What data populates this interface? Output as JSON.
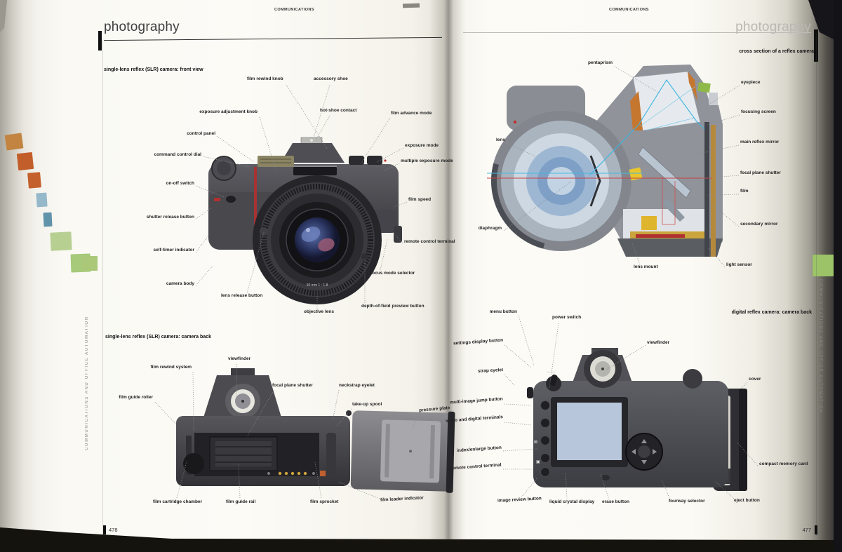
{
  "book": {
    "running_header": "COMMUNICATIONS",
    "chapter_title": "photography",
    "side_tab_text": "COMMUNICATIONS AND OFFICE AUTOMATION",
    "left_page_number": "478",
    "right_page_number": "477"
  },
  "colors": {
    "chapter_tab_green": "#a4c878",
    "page_edge_tabs": [
      "#c28440",
      "#c25e2a",
      "#c4602c",
      "#95b9ca",
      "#6193aa",
      "#b8cf92",
      "#a6c97a"
    ]
  },
  "slr_front": {
    "section_title": "single-lens reflex (SLR) camera: front view",
    "labels": [
      "film rewind knob",
      "accessory shoe",
      "exposure adjustment knob",
      "hot-shoe contact",
      "film advance mode",
      "control panel",
      "exposure mode",
      "command control dial",
      "multiple exposure mode",
      "on-off switch",
      "film speed",
      "shutter release button",
      "remote control terminal",
      "self-timer indicator",
      "focus mode selector",
      "camera body",
      "lens release button",
      "objective lens",
      "depth-of-field preview button"
    ]
  },
  "slr_back": {
    "section_title": "single-lens reflex (SLR) camera: camera back",
    "labels": [
      "viewfinder",
      "film rewind system",
      "focal plane shutter",
      "neckstrap eyelet",
      "film guide roller",
      "take-up spool",
      "pressure plate",
      "film cartridge chamber",
      "film guide rail",
      "film sprocket",
      "film leader indicator"
    ]
  },
  "cross_section": {
    "section_title": "cross section of a reflex camera",
    "labels": [
      "pentaprism",
      "eyepiece",
      "focusing screen",
      "main reflex mirror",
      "lens",
      "focal plane shutter",
      "film",
      "secondary mirror",
      "diaphragm",
      "lens mount",
      "light sensor"
    ]
  },
  "digital_back": {
    "section_title": "digital reflex camera: camera back",
    "labels": [
      "menu button",
      "power switch",
      "viewfinder",
      "settings display button",
      "strap eyelet",
      "cover",
      "multi-image jump button",
      "video and digital terminals",
      "index/enlarge button",
      "remote control terminal",
      "compact memory card",
      "image review button",
      "liquid crystal display",
      "erase button",
      "fourway selector",
      "eject button"
    ]
  }
}
